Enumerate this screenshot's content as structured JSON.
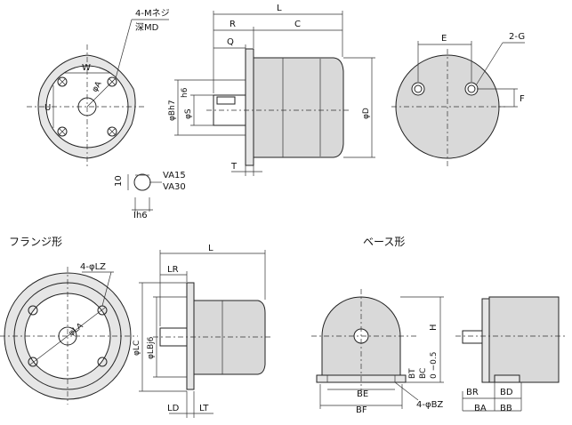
{
  "top_view": {
    "screw_note_line1": "4-Mネジ",
    "screw_note_line2": "深MD",
    "label_W": "W",
    "label_U": "U",
    "label_phiA": "φA",
    "label_L": "L",
    "label_R": "R",
    "label_C": "C",
    "label_Q": "Q",
    "label_phiBh7": "φBh7",
    "label_phiS": "φS",
    "label_h6": "h6",
    "label_phiD": "φD",
    "label_T": "T",
    "label_E": "E",
    "label_2G": "2-G",
    "label_F": "F",
    "key_label_10": "10",
    "key_label_VA15": "VA15",
    "key_label_VA30": "VA30",
    "key_label_Ih6": "Ih6"
  },
  "flange": {
    "title": "フランジ形",
    "label_L": "L",
    "label_LR": "LR",
    "label_4phiLZ": "4-φLZ",
    "label_phiLA": "φLA",
    "label_phiLC": "φLC",
    "label_phiLBj6": "φLBj6",
    "label_LD": "LD",
    "label_LT": "LT"
  },
  "base": {
    "title": "ベース形",
    "label_H": "H",
    "label_tol": "0\n−0.5",
    "label_BT": "BT",
    "label_BC": "BC",
    "label_BE": "BE",
    "label_BF": "BF",
    "label_4phiBZ": "4-φBZ",
    "label_BR": "BR",
    "label_BD": "BD",
    "label_BA": "BA",
    "label_BB": "BB"
  }
}
